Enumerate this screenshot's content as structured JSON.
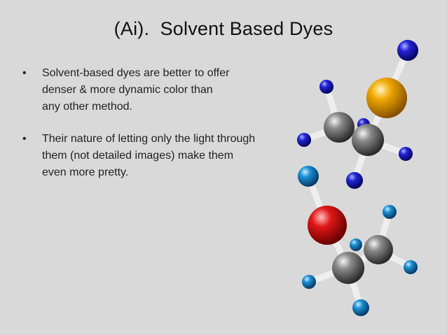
{
  "slide": {
    "title": "(Ai).  Solvent Based Dyes",
    "bullet_glyph": "•",
    "bullets": [
      {
        "lines": [
          "Solvent-based dyes are better to offer",
          "denser & more dynamic color than",
          "any other method."
        ]
      },
      {
        "lines": [
          "Their nature of letting only the light through",
          "them (not detailed images) make them",
          "even more pretty."
        ]
      }
    ]
  },
  "illustration": {
    "name": "molecule-models",
    "colors": {
      "background": "#d9d9d9",
      "carbon": "#555555",
      "hydrogen_dark": "#1a1acc",
      "hydrogen_light": "#1a86c8",
      "sulfur": "#e0a000",
      "oxygen": "#d81818"
    }
  }
}
